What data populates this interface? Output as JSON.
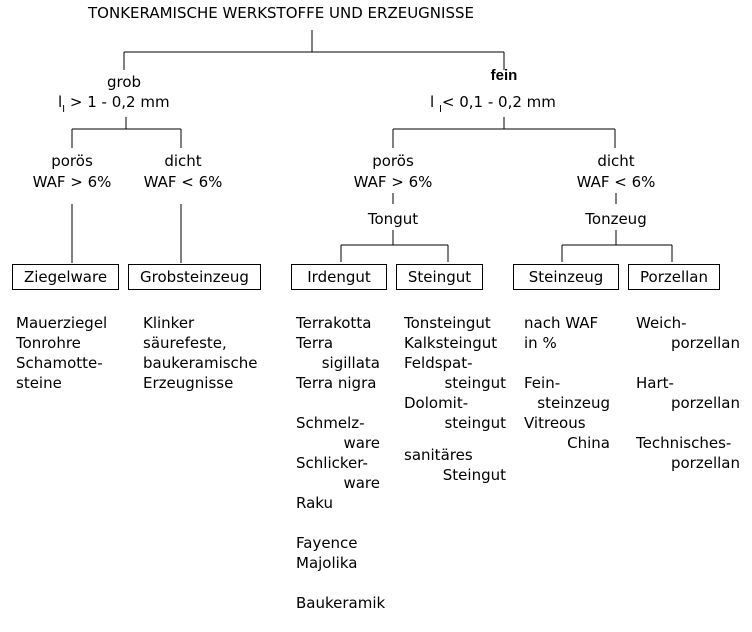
{
  "title": "TONKERAMISCHE WERKSTOFFE UND ERZEUGNISSE",
  "grob": {
    "label": "grob",
    "size_l": "l",
    "size_sub": "I",
    "size_rest": "> 1 - 0,2 mm",
    "poroes": {
      "label": "porös",
      "waf": "WAF > 6%"
    },
    "dicht": {
      "label": "dicht",
      "waf": "WAF < 6%"
    }
  },
  "fein": {
    "label": "fein",
    "size_l": "l",
    "size_sub": "I",
    "size_rest": "< 0,1 - 0,2 mm",
    "poroes": {
      "label": "porös",
      "waf": "WAF > 6%",
      "group": "Tongut"
    },
    "dicht": {
      "label": "dicht",
      "waf": "WAF < 6%",
      "group": "Tonzeug"
    }
  },
  "boxes": {
    "ziegelware": "Ziegelware",
    "grobsteinzeug": "Grobsteinzeug",
    "irdengut": "Irdengut",
    "steingut": "Steingut",
    "steinzeug": "Steinzeug",
    "porzellan": "Porzellan"
  },
  "lists": {
    "ziegelware": [
      "Mauerziegel",
      "Tonrohre",
      "Schamotte-",
      "steine"
    ],
    "grobsteinzeug": [
      "Klinker",
      "säurefeste,",
      "baukeramische",
      "Erzeugnisse"
    ],
    "irdengut": {
      "terrakotta": "Terrakotta",
      "terra": "Terra",
      "sigillata": "sigillata",
      "terra_nigra": "Terra nigra",
      "schmelz": "Schmelz-",
      "schmelz_ware": "ware",
      "schlicker": "Schlicker-",
      "schlicker_ware": "ware",
      "raku": "Raku",
      "fayence": "Fayence",
      "majolika": "Majolika",
      "baukeramik": "Baukeramik"
    },
    "steingut": {
      "tonsteingut": "Tonsteingut",
      "kalksteingut": "Kalksteingut",
      "feldspat": "Feldspat-",
      "feldspat_end": "steingut",
      "dolomit": "Dolomit-",
      "dolomit_end": "steingut",
      "sanitaeres": "sanitäres",
      "sanitaeres_end": "Steingut"
    },
    "steinzeug": {
      "nach_waf": "nach WAF",
      "in_prozent": "in %",
      "fein": "Fein-",
      "fein_end": "steinzeug",
      "vitreous": "Vitreous",
      "china": "China"
    },
    "porzellan": {
      "weich": "Weich-",
      "weich_end": "porzellan",
      "hart": "Hart-",
      "hart_end": "porzellan",
      "technisches": "Technisches-",
      "technisches_end": "porzellan"
    }
  }
}
